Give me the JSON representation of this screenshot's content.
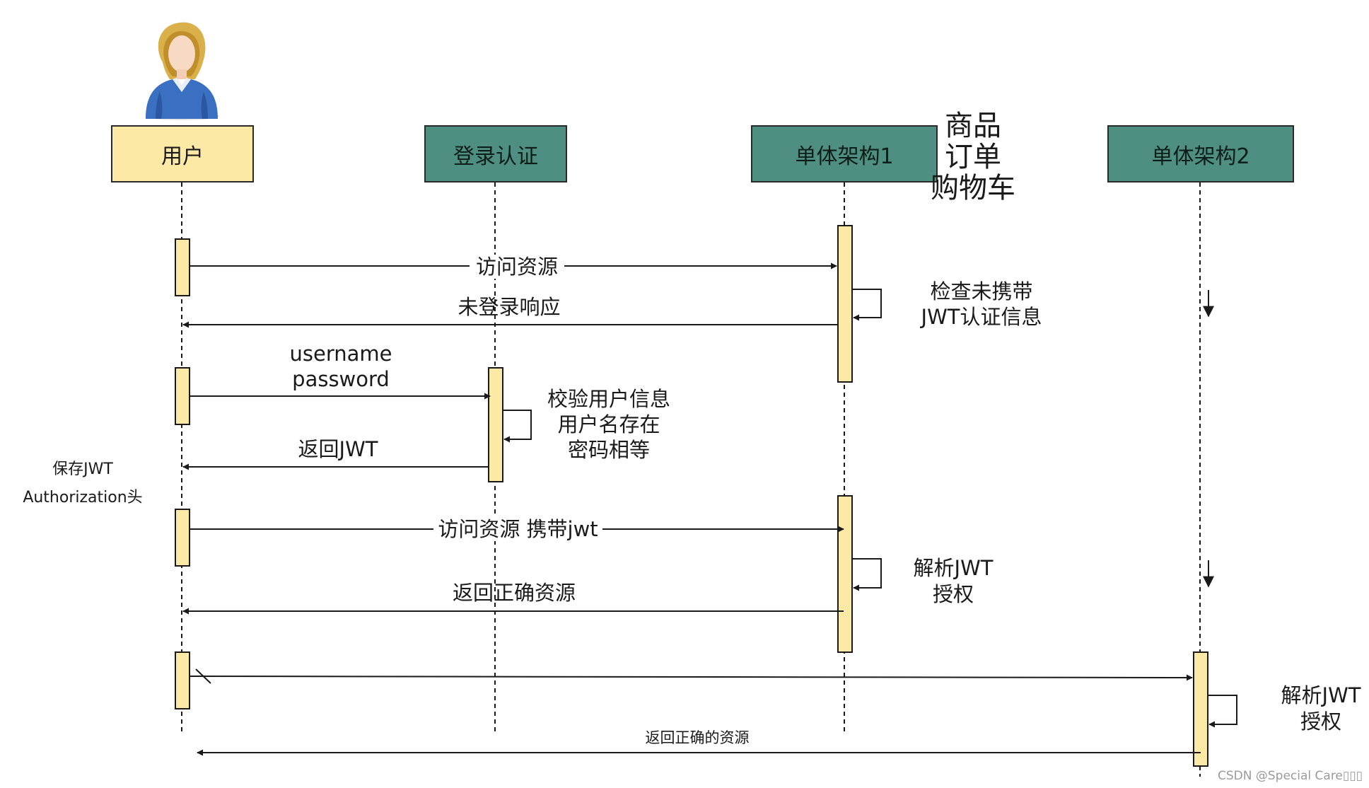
{
  "participants": {
    "user": "用户",
    "auth": "登录认证",
    "mono1": "单体架构1",
    "mono2": "单体架构2"
  },
  "mono1_note": [
    "商品",
    "订单",
    "购物车"
  ],
  "messages": {
    "m1": "访问资源",
    "m2": "未登录响应",
    "m3": [
      "username",
      "password"
    ],
    "m4": "返回JWT",
    "m5": "访问资源 携带jwt",
    "m6": "返回正确资源",
    "m8": "返回正确的资源"
  },
  "self_notes": {
    "check": [
      "检查未携带",
      "JWT认证信息"
    ],
    "verify": [
      "校验用户信息",
      "用户名存在",
      "密码相等"
    ],
    "parse1": [
      "解析JWT",
      "授权"
    ],
    "parse2": [
      "解析JWT",
      "授权"
    ]
  },
  "user_note": [
    "保存JWT",
    "Authorization头"
  ],
  "watermark": "CSDN @Special Care▯▯▯",
  "colors": {
    "user_box": "#fce9a5",
    "service_box": "#4f8f81",
    "activation": "#fce9a5",
    "line": "#1a1a1a"
  },
  "icons": {
    "avatar": "businesswoman-avatar-icon"
  }
}
